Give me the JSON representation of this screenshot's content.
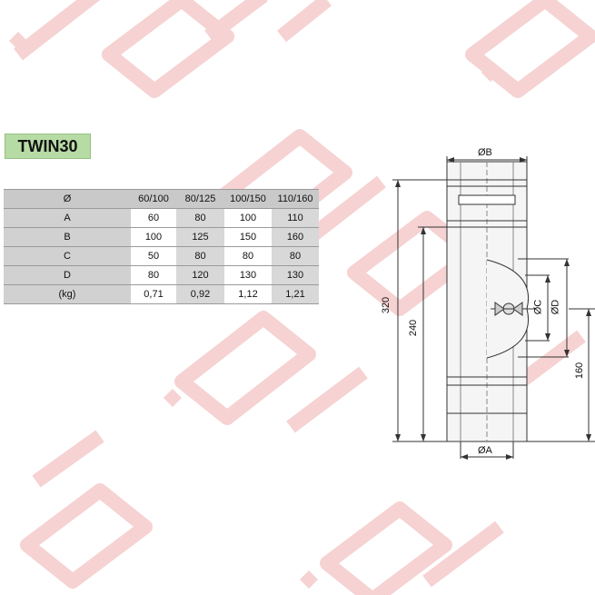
{
  "title": "TWIN30",
  "watermark_color": "#f4c9c9",
  "table": {
    "header_label": "Ø",
    "columns": [
      "60/100",
      "80/125",
      "100/150",
      "110/160"
    ],
    "rows": [
      {
        "label": "A",
        "values": [
          "60",
          "80",
          "100",
          "110"
        ]
      },
      {
        "label": "B",
        "values": [
          "100",
          "125",
          "150",
          "160"
        ]
      },
      {
        "label": "C",
        "values": [
          "50",
          "80",
          "80",
          "80"
        ]
      },
      {
        "label": "D",
        "values": [
          "80",
          "120",
          "130",
          "130"
        ]
      },
      {
        "label": "(kg)",
        "values": [
          "0,71",
          "0,92",
          "1,12",
          "1,21"
        ]
      }
    ]
  },
  "drawing": {
    "dim_ob": "ØB",
    "dim_oa": "ØA",
    "dim_oc": "ØC",
    "dim_od": "ØD",
    "dim_320": "320",
    "dim_240": "240",
    "dim_160": "160"
  }
}
